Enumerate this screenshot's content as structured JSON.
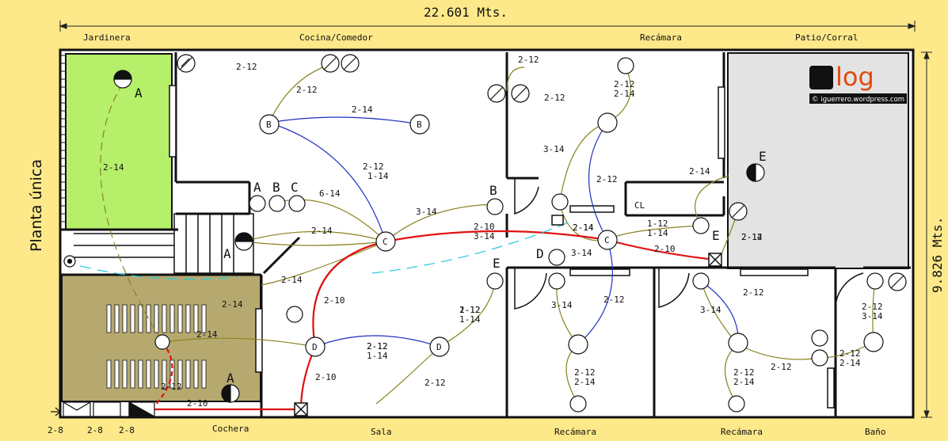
{
  "title": "22.601 Mts.",
  "side_dimension": "9.826 Mts.",
  "floor_label": "Planta única",
  "rooms_top": [
    "Jardinera",
    "Cocina/Comedor",
    "Recámara",
    "Patio/Corral"
  ],
  "rooms_bottom": [
    "Cochera",
    "Sala",
    "Recámara",
    "Recámara",
    "Baño"
  ],
  "meter_labels": [
    "2-8",
    "2-8",
    "2-8"
  ],
  "logo": {
    "text": "log",
    "url": "© iguerrero.wordpress.com"
  },
  "fixture_letters": [
    "A",
    "B",
    "B",
    "A",
    "B",
    "C",
    "B",
    "C",
    "C",
    "D",
    "D",
    "D",
    "E",
    "E",
    "A",
    "A",
    "CL"
  ],
  "wire_labels": [
    "2-12",
    "2-12",
    "2-14",
    "2-12",
    "1-14",
    "6-14",
    "2-14",
    "3-14",
    "2-10",
    "3-14",
    "2-14",
    "2-12",
    "2-12",
    "2-12",
    "2-14",
    "3-14",
    "2-12",
    "2-14",
    "1-12",
    "1-14",
    "2-10",
    "3-14",
    "2-14",
    "2-12",
    "3-14",
    "2-12",
    "2-12",
    "2-14",
    "2-12",
    "3-14",
    "2-12",
    "3-14",
    "2-12",
    "2-12",
    "2-14",
    "2-12",
    "2-14",
    "2-12",
    "2-14",
    "2-14",
    "2-14",
    "2-12",
    "2-10",
    "2-10",
    "2-12",
    "2-10",
    "1-12",
    "1-14",
    "2-12",
    "1-14",
    "2-12",
    "2-14",
    "2-14"
  ]
}
